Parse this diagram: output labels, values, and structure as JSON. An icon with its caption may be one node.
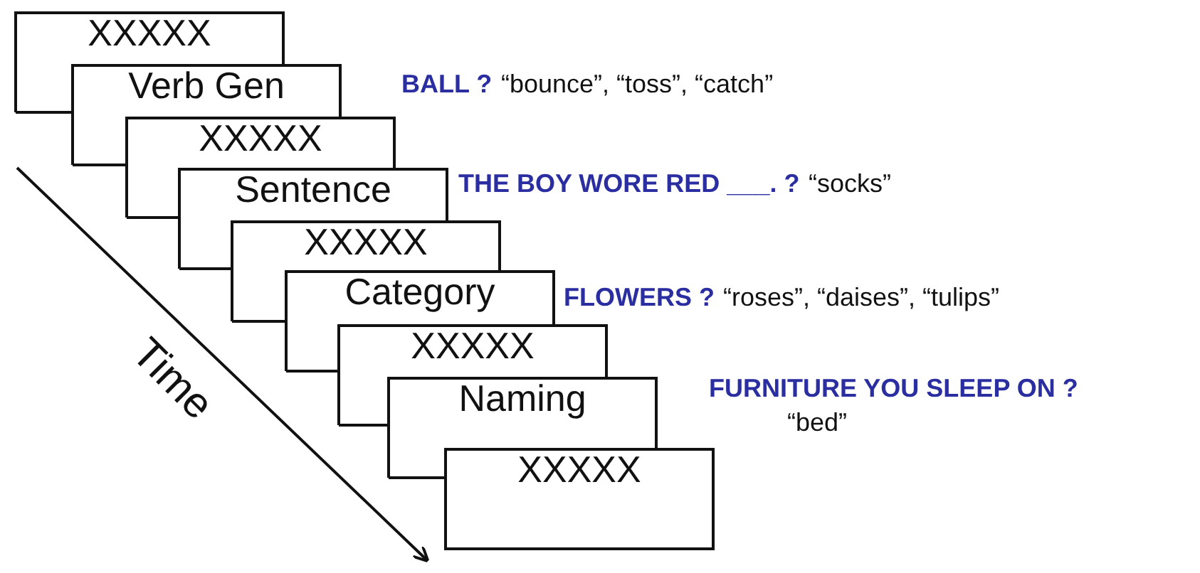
{
  "diagram": {
    "nodes": [
      {
        "text": [
          "XXXXX"
        ]
      },
      {
        "text": [
          "Verb Gen"
        ],
        "beside": [
          "BALL ?",
          "“bounce”, “toss”, “catch”"
        ]
      },
      {
        "text": [
          "XXXXX"
        ]
      },
      {
        "text": [
          "Sentence"
        ],
        "beside": [
          "THE BOY WORE RED ___. ?",
          "“socks”"
        ]
      },
      {
        "text": [
          "XXXXX"
        ]
      },
      {
        "text": [
          "Category"
        ],
        "beside": [
          "FLOWERS ?",
          "“roses”, “daises”, “tulips”"
        ]
      },
      {
        "text": [
          "XXXXX"
        ]
      },
      {
        "text": [
          "Naming"
        ],
        "beside": [
          "FURNITURE YOU SLEEP ON ?",
          "“bed”"
        ]
      },
      {
        "text": [
          "XXXXX"
        ]
      }
    ],
    "edges": [],
    "labels": [
      "Time"
    ]
  }
}
